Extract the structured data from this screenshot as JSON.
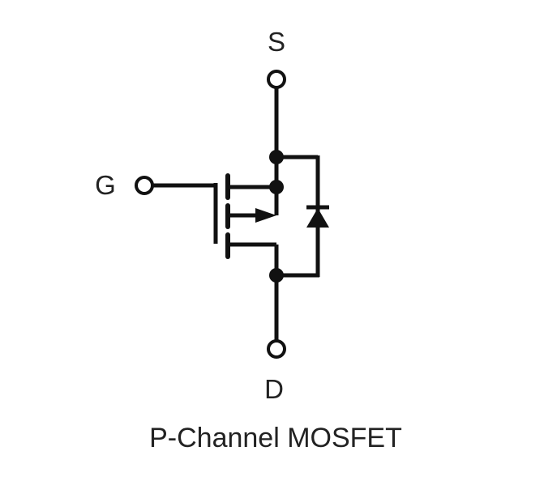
{
  "diagram": {
    "terminals": {
      "source": "S",
      "gate": "G",
      "drain": "D"
    },
    "caption": "P-Channel MOSFET",
    "colors": {
      "line": "#111111",
      "text": "#222222",
      "background": "#ffffff"
    },
    "symbol_type": "p-channel-mosfet-with-body-diode"
  }
}
